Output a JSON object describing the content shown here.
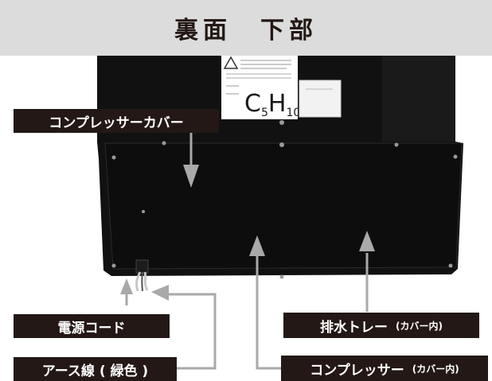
{
  "header": {
    "title": "裏面　下部"
  },
  "device_label": {
    "formula_main": "C",
    "formula_sub1": "5",
    "formula_mid": "H",
    "formula_sub2": "10"
  },
  "callouts": {
    "compressor_cover": {
      "label": "コンプレッサーカバー"
    },
    "power_cord": {
      "label": "電源コード"
    },
    "earth_wire": {
      "label": "アース線 ( 緑色 )"
    },
    "drain_tray": {
      "label": "排水トレー",
      "note": "(カバー内)"
    },
    "compressor": {
      "label": "コンプレッサー",
      "note": "(カバー内)"
    }
  },
  "colors": {
    "header_bg": "#dcdcdc",
    "label_bg": "#231815",
    "body": "#111111",
    "arrow": "#a9a9a9"
  }
}
